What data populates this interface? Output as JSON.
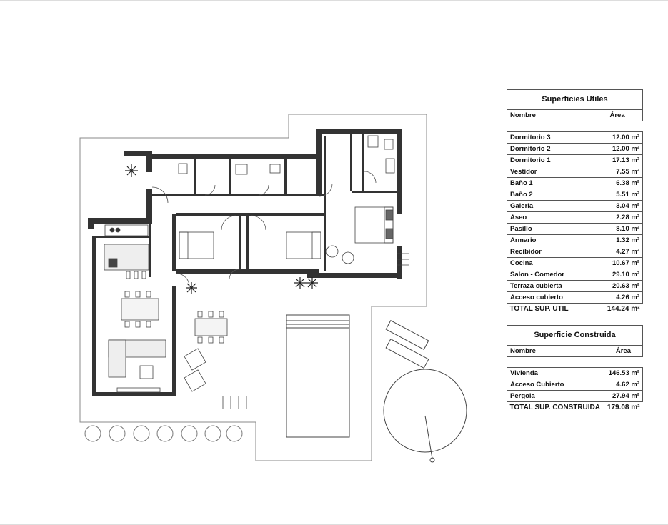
{
  "utiles": {
    "title": "Superficies Utiles",
    "col_name": "Nombre",
    "col_area": "Área",
    "rows": [
      {
        "name": "Dormitorio 3",
        "area": "12.00 m²"
      },
      {
        "name": "Dormitorio 2",
        "area": "12.00 m²"
      },
      {
        "name": "Dormitorio 1",
        "area": "17.13 m²"
      },
      {
        "name": "Vestidor",
        "area": "7.55 m²"
      },
      {
        "name": "Baño 1",
        "area": "6.38 m²"
      },
      {
        "name": "Baño 2",
        "area": "5.51 m²"
      },
      {
        "name": "Galeria",
        "area": "3.04 m²"
      },
      {
        "name": "Aseo",
        "area": "2.28 m²"
      },
      {
        "name": "Pasillo",
        "area": "8.10 m²"
      },
      {
        "name": "Armario",
        "area": "1.32 m²"
      },
      {
        "name": "Recibidor",
        "area": "4.27 m²"
      },
      {
        "name": "Cocina",
        "area": "10.67 m²"
      },
      {
        "name": "Salon - Comedor",
        "area": "29.10 m²"
      },
      {
        "name": "Terraza cubierta",
        "area": "20.63 m²"
      },
      {
        "name": "Acceso cubierto",
        "area": "4.26 m²"
      }
    ],
    "total_label": "TOTAL SUP. UTIL",
    "total_value": "144.24 m²"
  },
  "construida": {
    "title": "Superficie Construida",
    "col_name": "Nombre",
    "col_area": "Área",
    "rows": [
      {
        "name": "Vivienda",
        "area": "146.53 m²"
      },
      {
        "name": "Acceso Cubierto",
        "area": "4.62 m²"
      },
      {
        "name": "Pergola",
        "area": "27.94 m²"
      }
    ],
    "total_label": "TOTAL SUP. CONSTRUIDA",
    "total_value": "179.08 m²"
  }
}
